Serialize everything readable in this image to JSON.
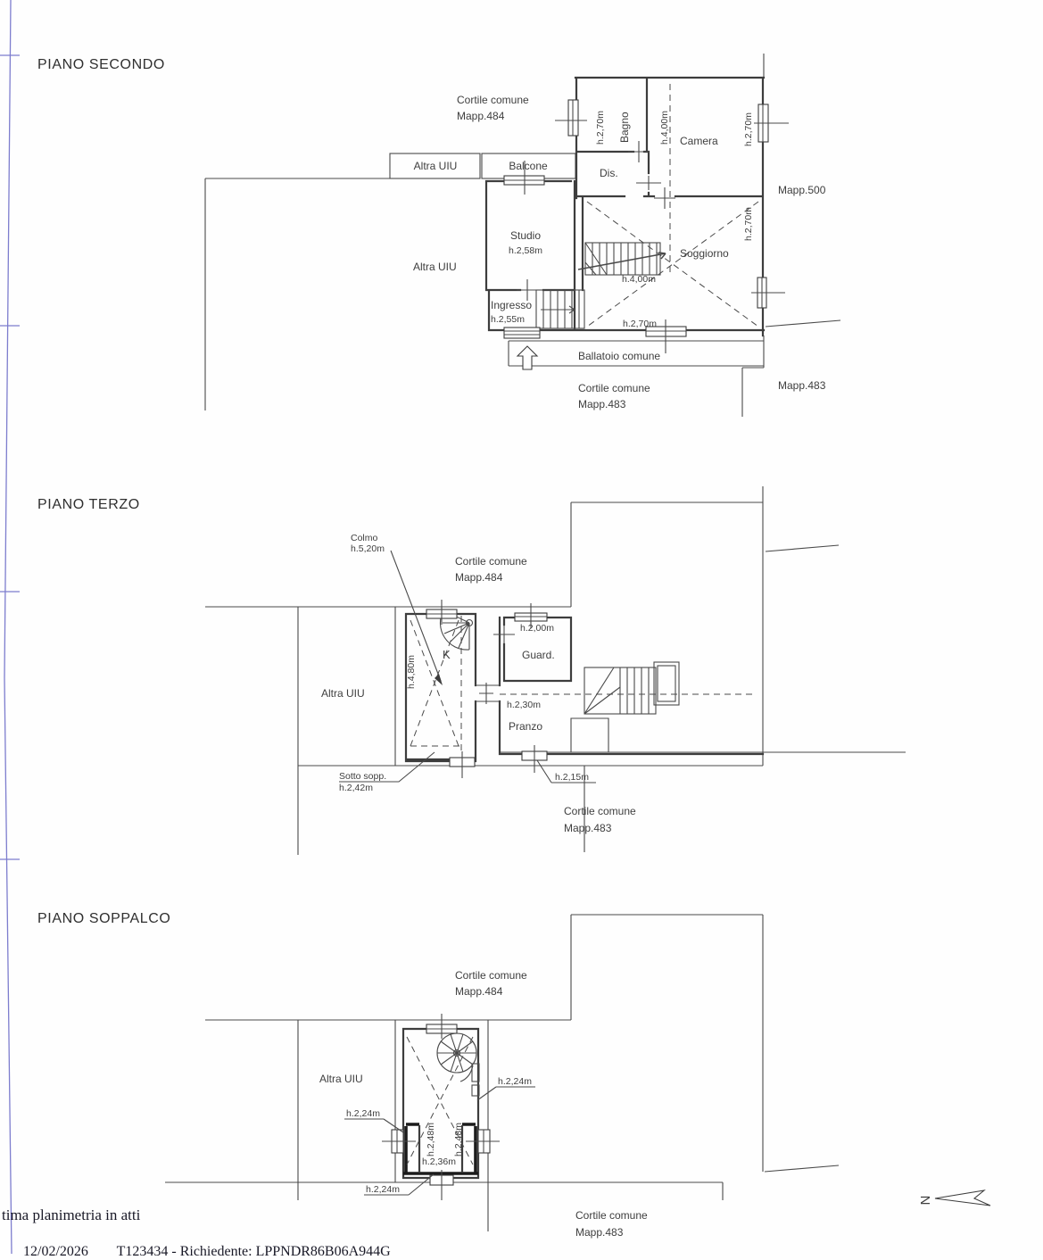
{
  "document": {
    "footer_note": "tima planimetria in atti",
    "footer_registration": "12/02/2026        T123434 - Richiedente: LPPNDR86B06A944G"
  },
  "north_arrow": {
    "label": "N"
  },
  "piano_secondo": {
    "title": "PIANO SECONDO",
    "cortile_top_line1": "Cortile comune",
    "cortile_top_line2": "Mapp.484",
    "altra_uiu_box": "Altra UIU",
    "balcone": "Balcone",
    "mapp_500": "Mapp.500",
    "bagno_name": "Bagno",
    "bagno_h": "h.2,70m",
    "camera_name": "Camera",
    "camera_ridge_h": "h.4,00m",
    "camera_wall_h": "h.2,70m",
    "dis_name": "Dis.",
    "soggiorno_name": "Soggiorno",
    "soggiorno_wall_h": "h.2,70m",
    "soggiorno_stair_h": "h.4,00m",
    "soggiorno_door_h": "h.2,70m",
    "studio_name": "Studio",
    "studio_h": "h.2,58m",
    "altra_uiu_left": "Altra UIU",
    "ingresso_name": "Ingresso",
    "ingresso_h": "h.2,55m",
    "ballatoio": "Ballatoio comune",
    "cortile_bottom_line1": "Cortile comune",
    "cortile_bottom_line2": "Mapp.483",
    "mapp_483_right": "Mapp.483"
  },
  "piano_terzo": {
    "title": "PIANO TERZO",
    "colmo_line1": "Colmo",
    "colmo_line2": "h.5,20m",
    "cortile_top_line1": "Cortile comune",
    "cortile_top_line2": "Mapp.484",
    "guard_h": "h.2,00m",
    "guard_name": "Guard.",
    "k_name": "K",
    "k_h": "h.4,80m",
    "altra_uiu": "Altra UIU",
    "pranzo_dash_h": "h.2,30m",
    "pranzo_name": "Pranzo",
    "sotto_sopp_line1": "Sotto sopp.",
    "sotto_sopp_line2": "h.2,42m",
    "door_h": "h.2,15m",
    "cortile_bottom_line1": "Cortile comune",
    "cortile_bottom_line2": "Mapp.483"
  },
  "piano_soppalco": {
    "title": "PIANO SOPPALCO",
    "cortile_top_line1": "Cortile comune",
    "cortile_top_line2": "Mapp.484",
    "altra_uiu": "Altra UIU",
    "h_right": "h.2,24m",
    "h_left": "h.2,24m",
    "h_inner_left": "h.2,48m",
    "h_inner_right": "h.2,48m",
    "h_inner_bottom": "h.2,36m",
    "h_bottom": "h.2,24m",
    "cortile_bottom_line1": "Cortile comune",
    "cortile_bottom_line2": "Mapp.483"
  }
}
